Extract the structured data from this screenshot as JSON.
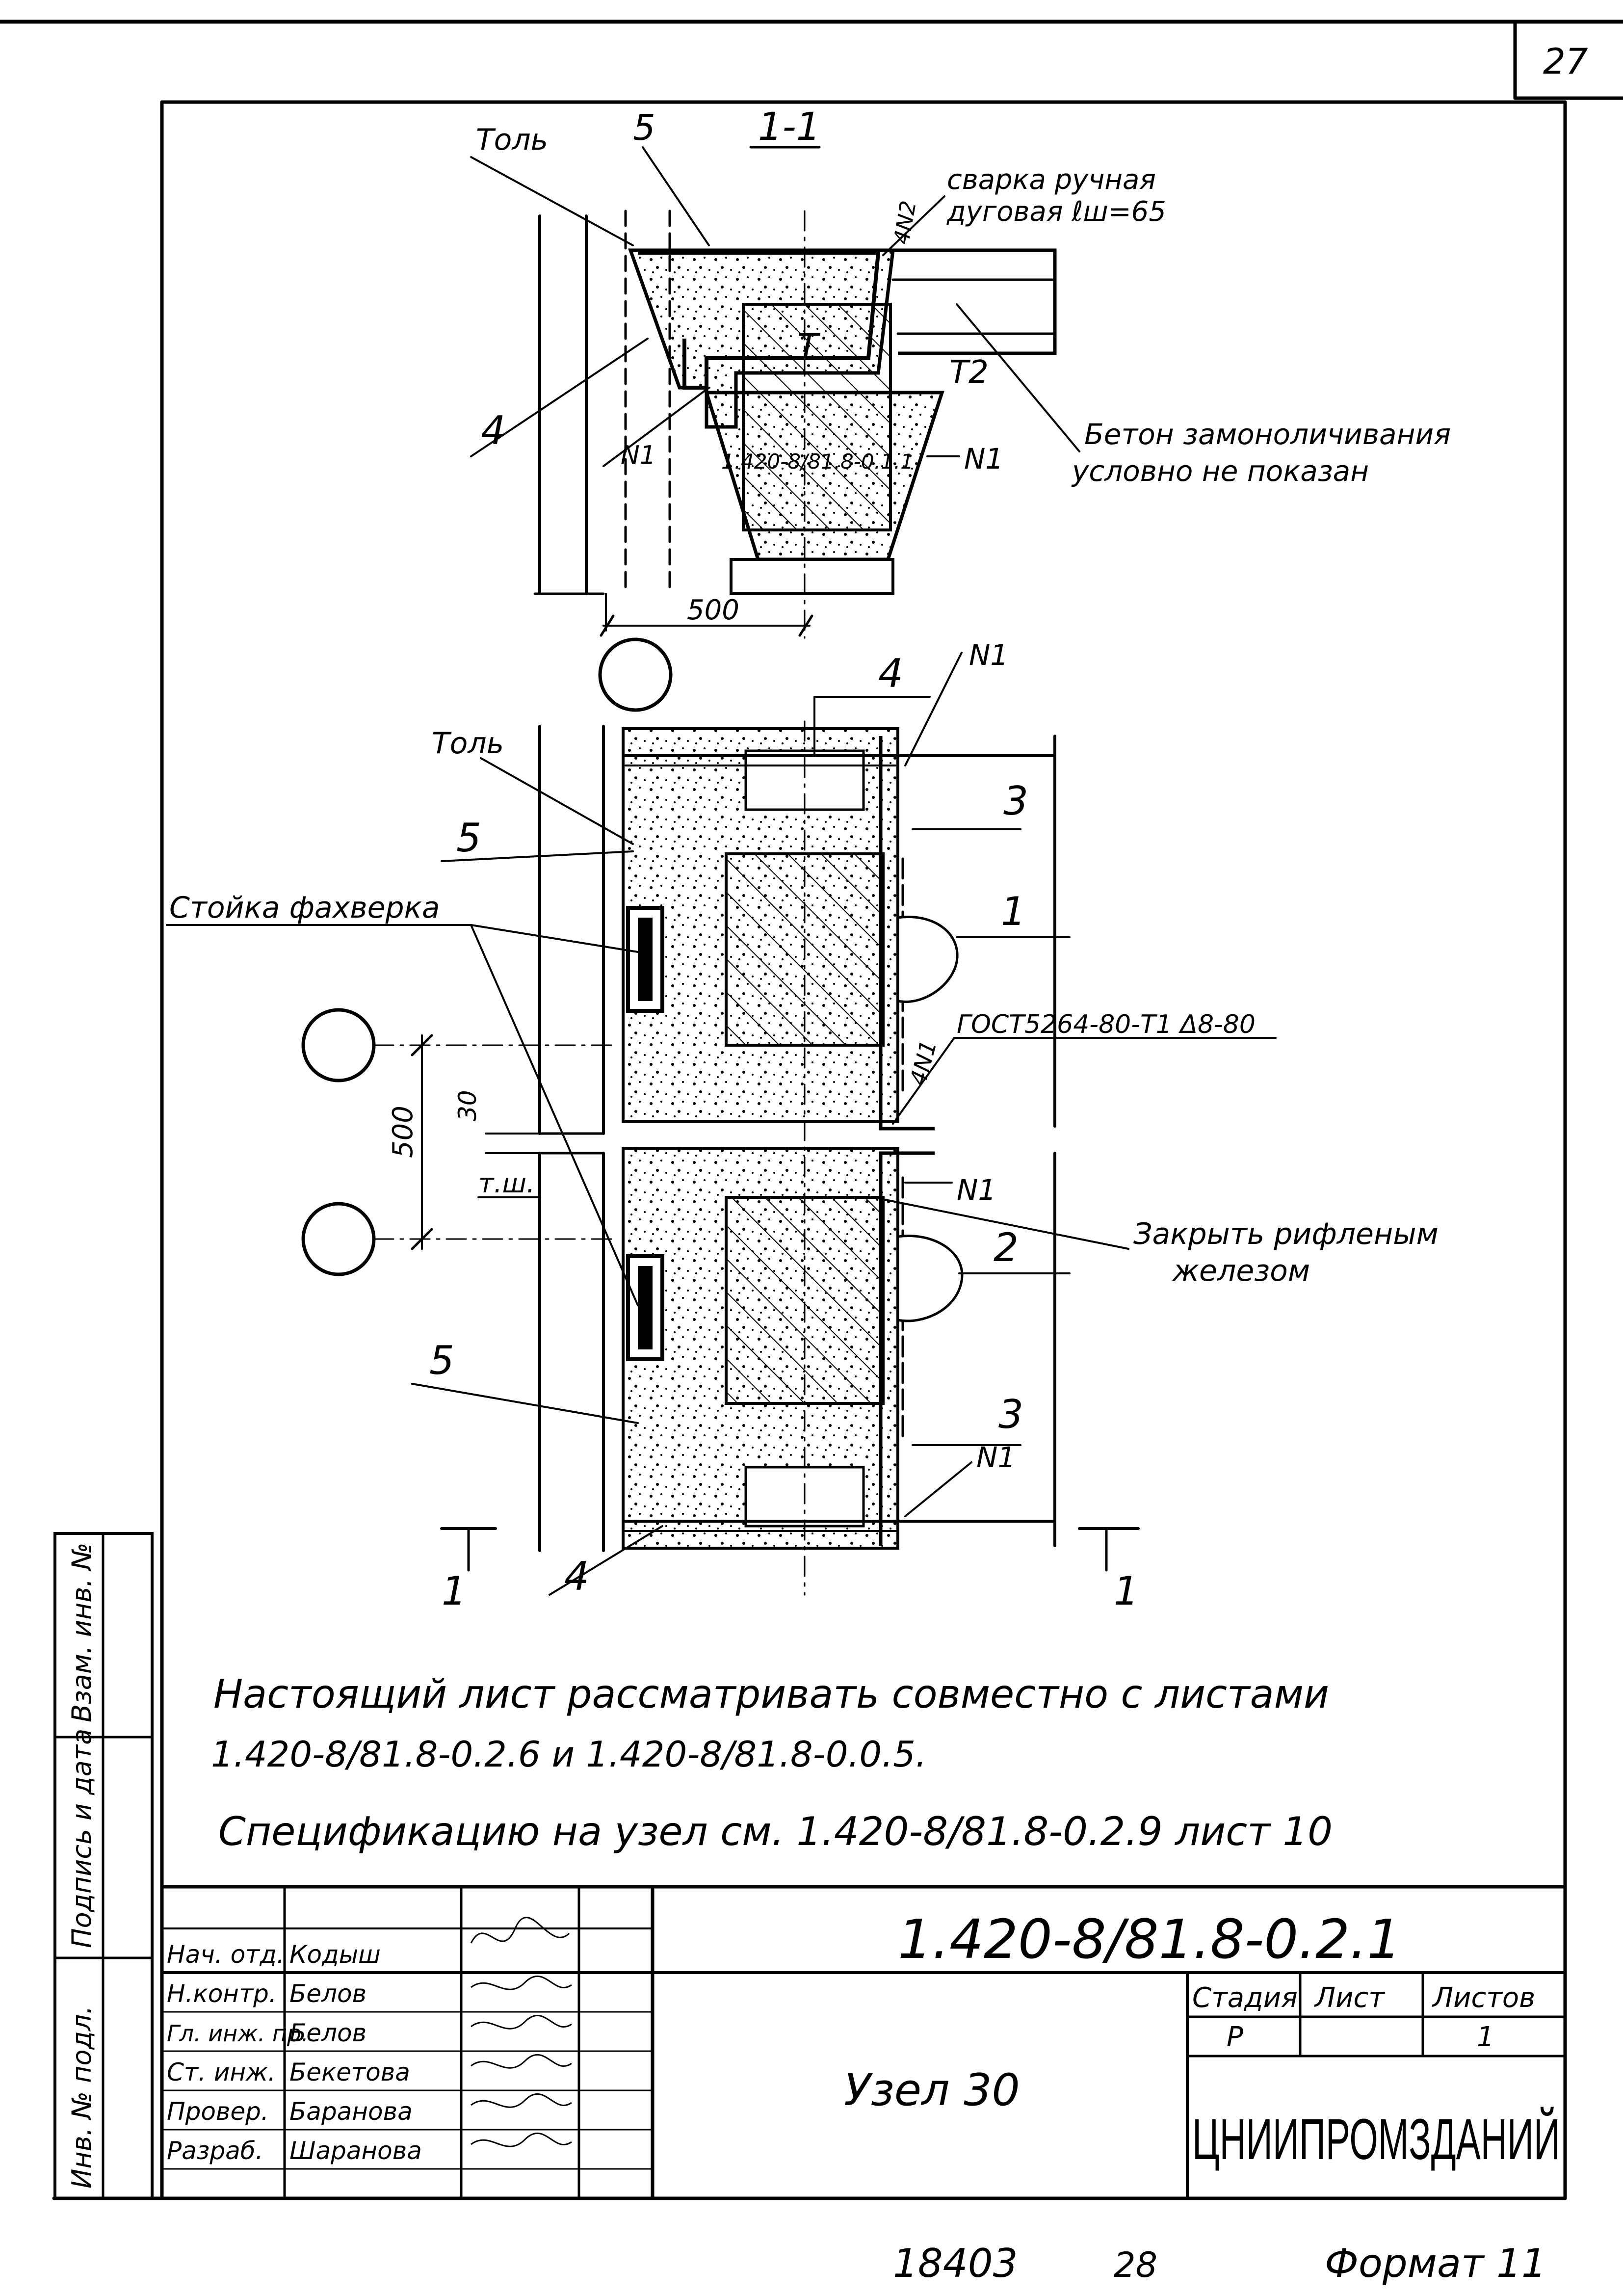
{
  "page_number": "27",
  "section_title": "1-1",
  "callouts": {
    "tol": "Толь",
    "num_1": "1",
    "num_2": "2",
    "num_3": "3",
    "num_4": "4",
    "num_5": "5",
    "weld_count": "4N2",
    "weld_line1": "сварка ручная",
    "weld_line2": "дуговая ℓш=65",
    "t2": "T2",
    "t_mark": "T",
    "n1": "N1",
    "n1_weld": "4N1",
    "node_ref": "1.420-8/81.8-0.1.1",
    "concrete_line1": "Бетон замоноличивания",
    "concrete_line2": "условно не показан",
    "stoika": "Стойка фахверка",
    "gost": "ГОСТ5264-80-Т1 Δ8-80",
    "zakryt_line1": "Закрыть рифленым",
    "zakryt_line2": "железом",
    "tsh": "т.ш.",
    "section_mark": "1"
  },
  "dimensions": {
    "d500_top": "500",
    "d500_side": "500",
    "d30": "30"
  },
  "notes": {
    "line1": "Настоящий лист рассматривать совместно с листами",
    "line2": "1.420-8/81.8-0.2.6 и 1.420-8/81.8-0.0.5.",
    "line3": "Спецификацию на узел см. 1.420-8/81.8-0.2.9 лист 10"
  },
  "side_stamp": {
    "c1": "Инв. № подл.",
    "c2": "Подпись и дата",
    "c3": "Взам. инв. №"
  },
  "title_block": {
    "code": "1.420-8/81.8-0.2.1",
    "name": "Узел 30",
    "stage_label": "Стадия",
    "sheet_label": "Лист",
    "sheets_label": "Листов",
    "stage": "Р",
    "sheets": "1",
    "org": "ЦНИИПРОМЗДАНИЙ",
    "roles": [
      "Нач. отд.",
      "Н.контр.",
      "Гл. инж. пр.",
      "Ст. инж.",
      "Провер.",
      "Разраб."
    ],
    "names": [
      "Кодыш",
      "Белов",
      "Белов",
      "Бекетова",
      "Баранова",
      "Шаранова"
    ]
  },
  "footer": {
    "number": "18403",
    "page": "28",
    "format": "Формат 11"
  }
}
